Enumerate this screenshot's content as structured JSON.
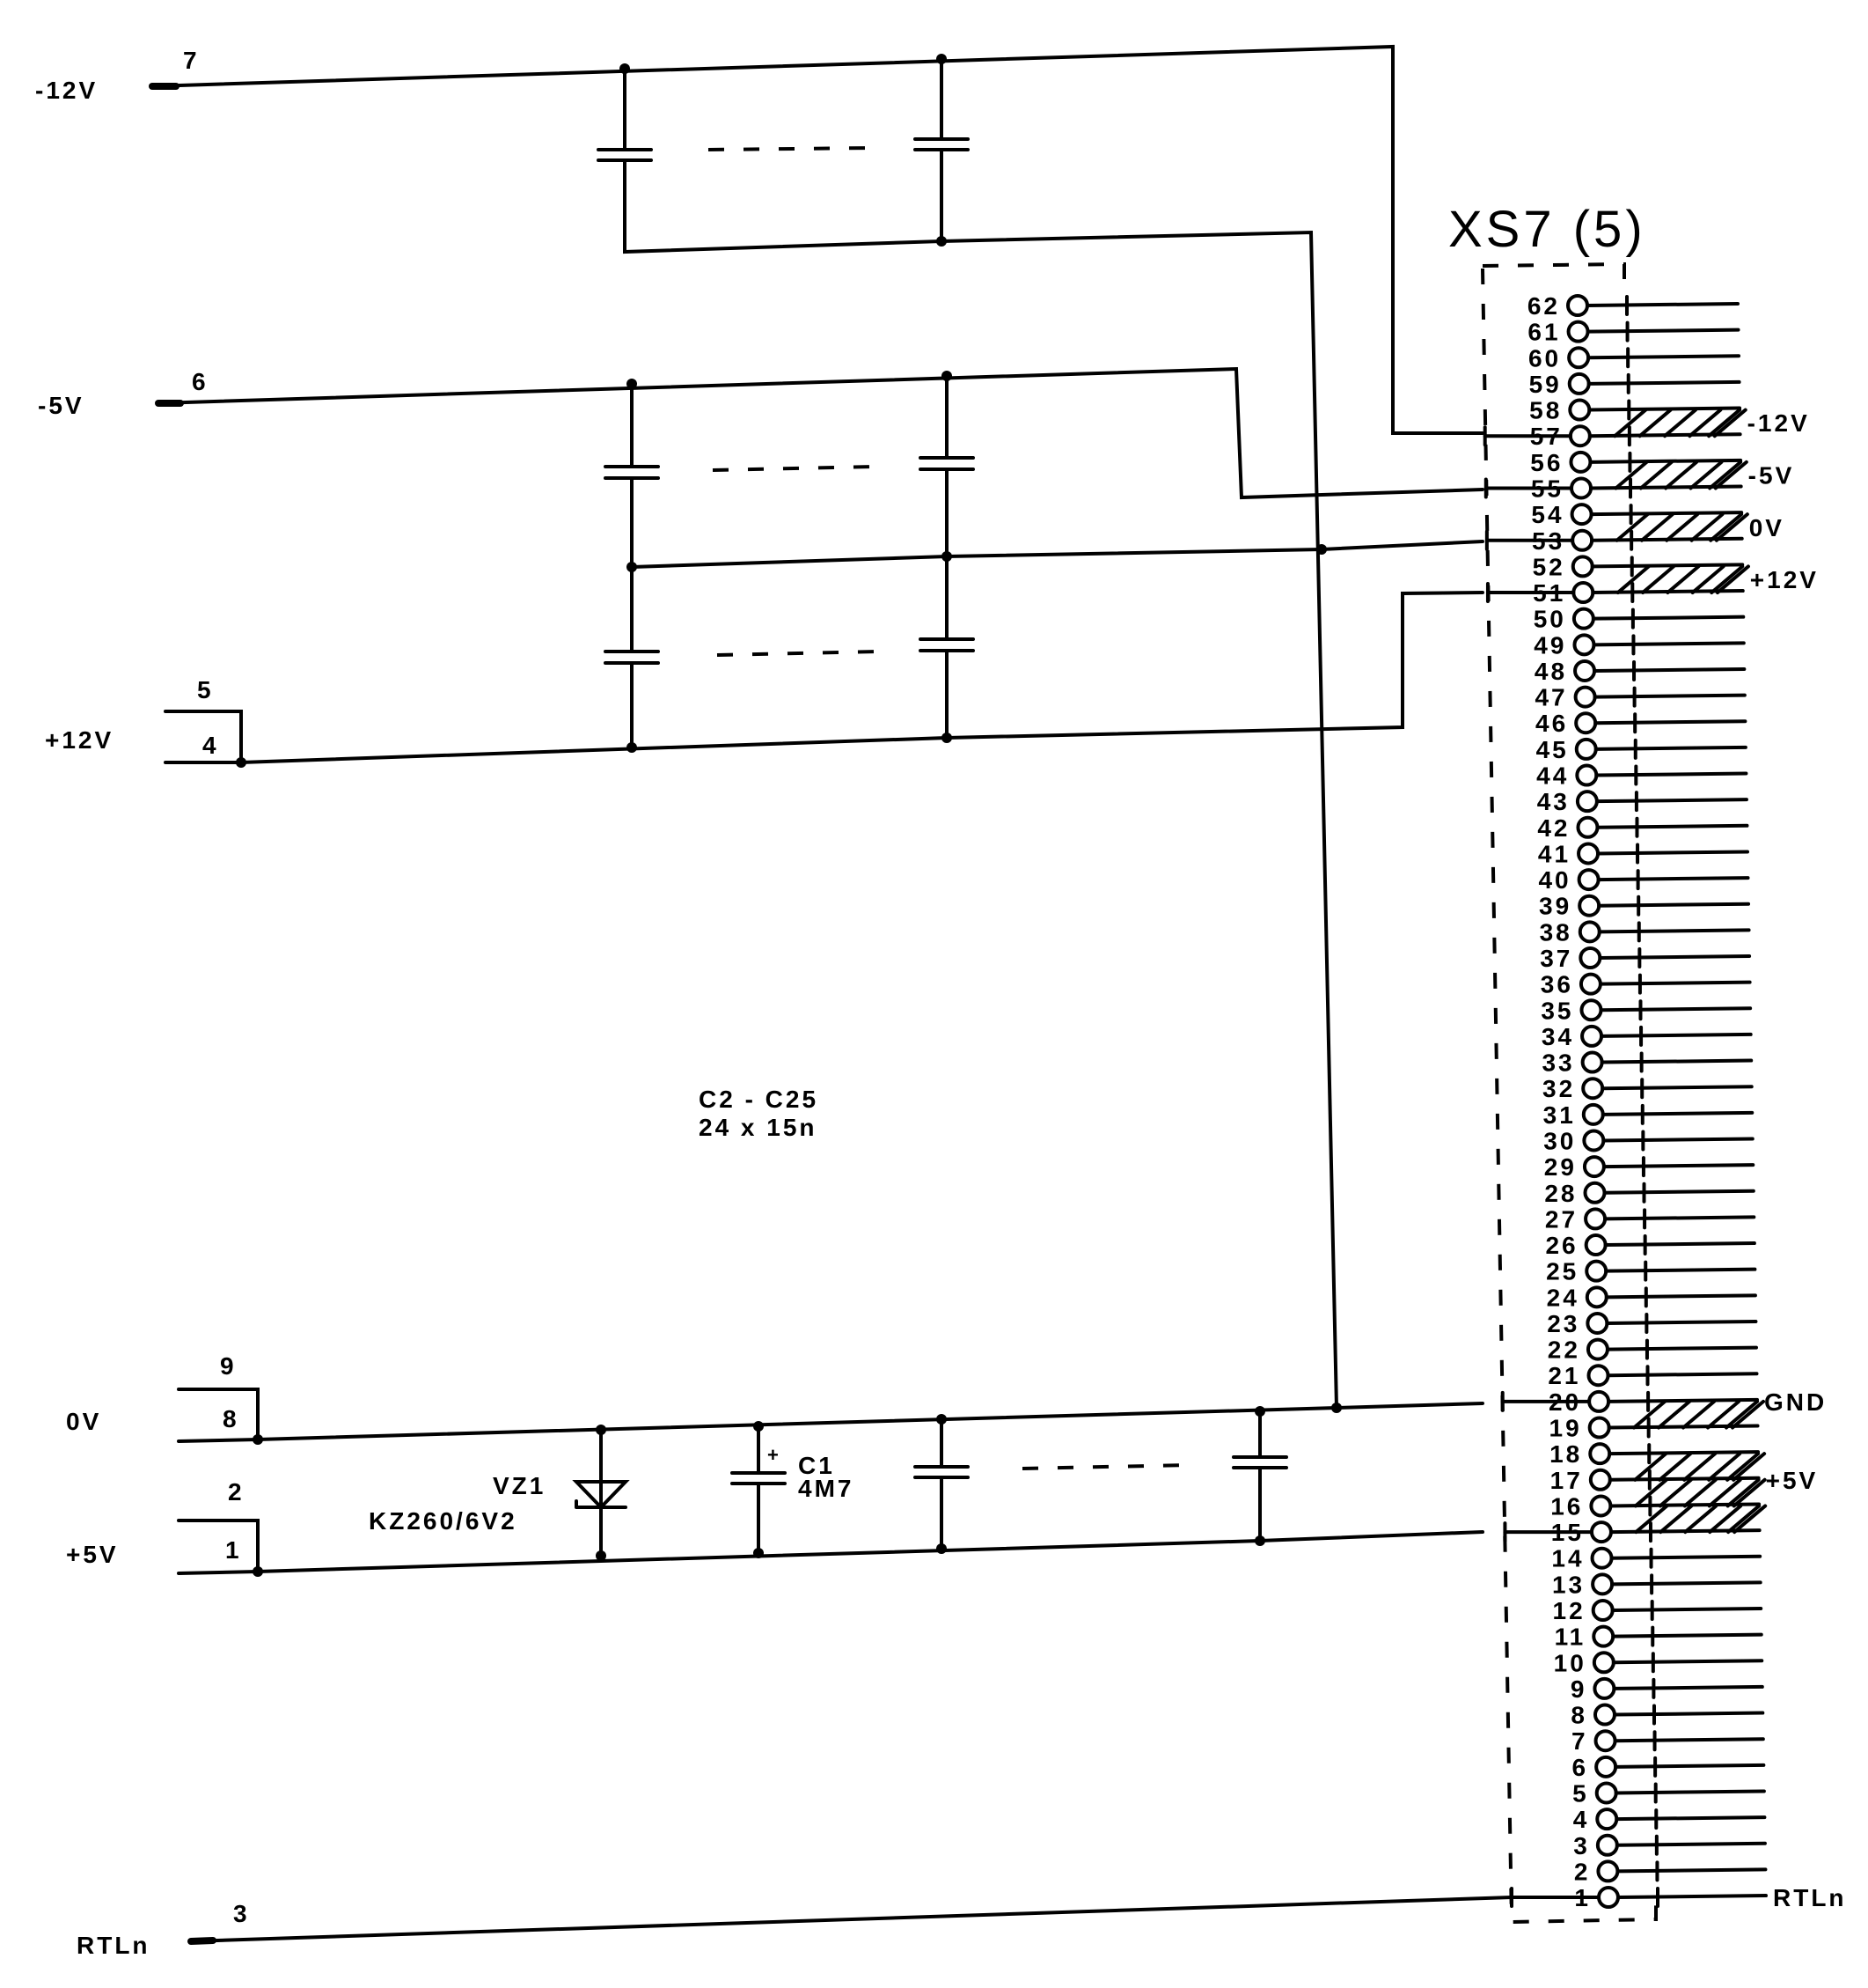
{
  "title": "XS7 (5)",
  "inputs": [
    {
      "net": "-12V",
      "pins": [
        "7"
      ]
    },
    {
      "net": "-5V",
      "pins": [
        "6"
      ]
    },
    {
      "net": "+12V",
      "pins": [
        "5",
        "4"
      ]
    },
    {
      "net": "0V",
      "pins": [
        "9",
        "8"
      ]
    },
    {
      "net": "+5V",
      "pins": [
        "2",
        "1"
      ]
    },
    {
      "net": "RTLn",
      "pins": [
        "3"
      ]
    }
  ],
  "notes": {
    "cap_range": "C2 - C25",
    "cap_value": "24 x 15n"
  },
  "components": {
    "zener_ref": "VZ1",
    "zener_value": "KZ260/6V2",
    "c1_ref": "C1",
    "c1_value": "4M7",
    "c1_polarity": "+"
  },
  "connector": {
    "pins": [
      "62",
      "61",
      "60",
      "59",
      "58",
      "57",
      "56",
      "55",
      "54",
      "53",
      "52",
      "51",
      "50",
      "49",
      "48",
      "47",
      "46",
      "45",
      "44",
      "43",
      "42",
      "41",
      "40",
      "39",
      "38",
      "37",
      "36",
      "35",
      "34",
      "33",
      "32",
      "31",
      "30",
      "29",
      "28",
      "27",
      "26",
      "25",
      "24",
      "23",
      "22",
      "21",
      "20",
      "19",
      "18",
      "17",
      "16",
      "15",
      "14",
      "13",
      "12",
      "11",
      "10",
      "9",
      "8",
      "7",
      "6",
      "5",
      "4",
      "3",
      "2",
      "1"
    ],
    "right_labels": [
      {
        "pin": 57,
        "text": "-12V"
      },
      {
        "pin": 55,
        "text": "-5V"
      },
      {
        "pin": 53,
        "text": "0V"
      },
      {
        "pin": 51,
        "text": "+12V"
      },
      {
        "pin": 20,
        "text": "GND"
      },
      {
        "pin": 17,
        "text": "+5V"
      },
      {
        "pin": 1,
        "text": "RTLn"
      }
    ]
  }
}
